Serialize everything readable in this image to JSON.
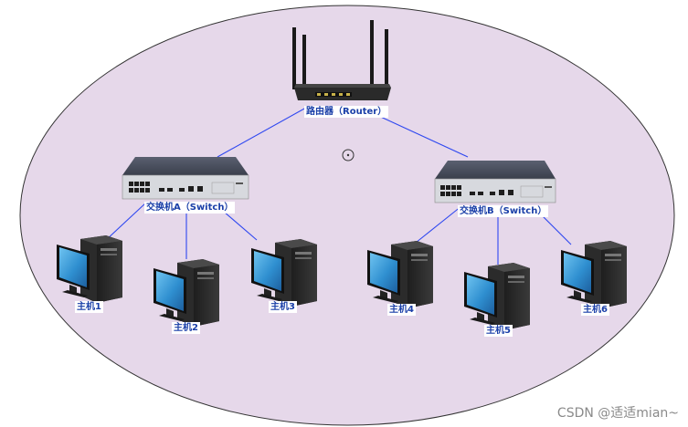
{
  "router": {
    "label": "路由器（Router）"
  },
  "switches": [
    {
      "label": "交换机A（Switch）"
    },
    {
      "label": "交换机B（Switch）"
    }
  ],
  "hosts": [
    {
      "label": "主机1"
    },
    {
      "label": "主机2"
    },
    {
      "label": "主机3"
    },
    {
      "label": "主机4"
    },
    {
      "label": "主机5"
    },
    {
      "label": "主机6"
    }
  ],
  "watermark": "CSDN @适适mian~",
  "colors": {
    "background_ellipse": "#e6d8ea",
    "ellipse_border": "#333333",
    "link_line": "#2f48f0",
    "label_text": "#1a3fa8",
    "monitor_screen": "#2f8fd0",
    "device_body": "#2a2a2a"
  }
}
